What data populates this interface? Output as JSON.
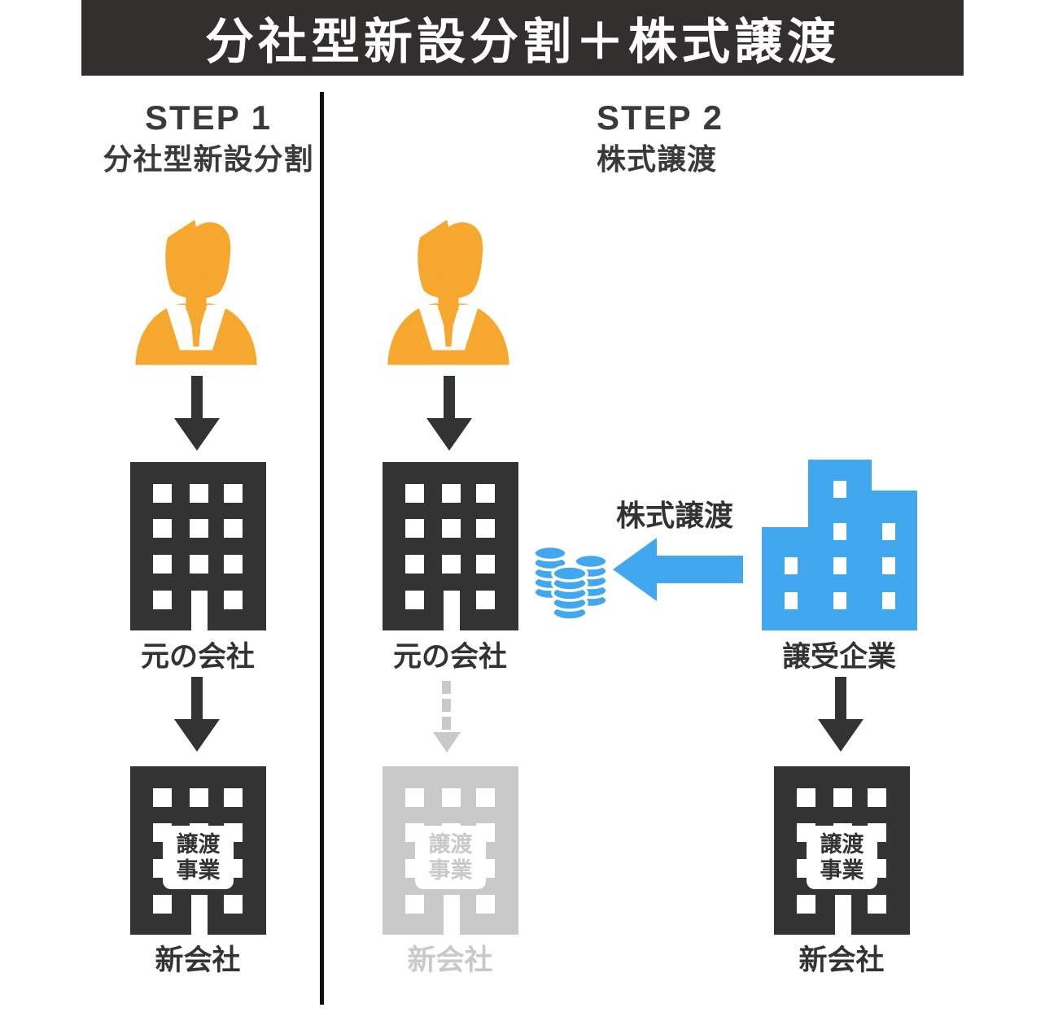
{
  "title": "分社型新設分割＋株式譲渡",
  "step1": {
    "label": "STEP 1",
    "sublabel": "分社型新設分割"
  },
  "step2": {
    "label": "STEP 2",
    "sublabel": "株式譲渡"
  },
  "labels": {
    "original_company": "元の会社",
    "new_company": "新会社",
    "acquiring_company": "譲受企業",
    "stock_transfer": "株式譲渡"
  },
  "badge": {
    "line1": "譲渡",
    "line2": "事業"
  },
  "icons": [
    "businessman-icon",
    "office-building-icon",
    "skyline-building-icon",
    "coins-icon",
    "down-arrow-icon",
    "dashed-down-arrow-icon",
    "stock-transfer-arrow-icon"
  ],
  "colors": {
    "banner": "#332F2F",
    "dark": "#333333",
    "orange": "#F5A72E",
    "blue": "#41A8F0",
    "gray": "#C9C9C9",
    "background": "#FFFFFF"
  }
}
